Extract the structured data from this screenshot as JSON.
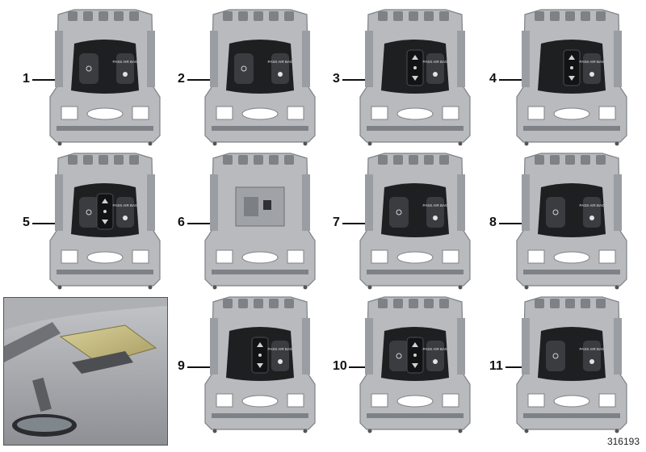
{
  "figure": {
    "drawing_number": "316193",
    "callouts": [
      {
        "label": "1",
        "variant": "A"
      },
      {
        "label": "2",
        "variant": "A"
      },
      {
        "label": "3",
        "variant": "B"
      },
      {
        "label": "4",
        "variant": "C"
      },
      {
        "label": "5",
        "variant": "D"
      },
      {
        "label": "6",
        "variant": "E"
      },
      {
        "label": "7",
        "variant": "F"
      },
      {
        "label": "8",
        "variant": "A"
      },
      {
        "label": "9",
        "variant": "B"
      },
      {
        "label": "10",
        "variant": "D"
      },
      {
        "label": "11",
        "variant": "A"
      }
    ],
    "module_text": "PASS AIR BAG",
    "colors": {
      "frame": "#b8babe",
      "frame_dark": "#7e8186",
      "console": "#1e1f21",
      "button": "#3a3c40",
      "highlight": "#c9c08a"
    }
  }
}
